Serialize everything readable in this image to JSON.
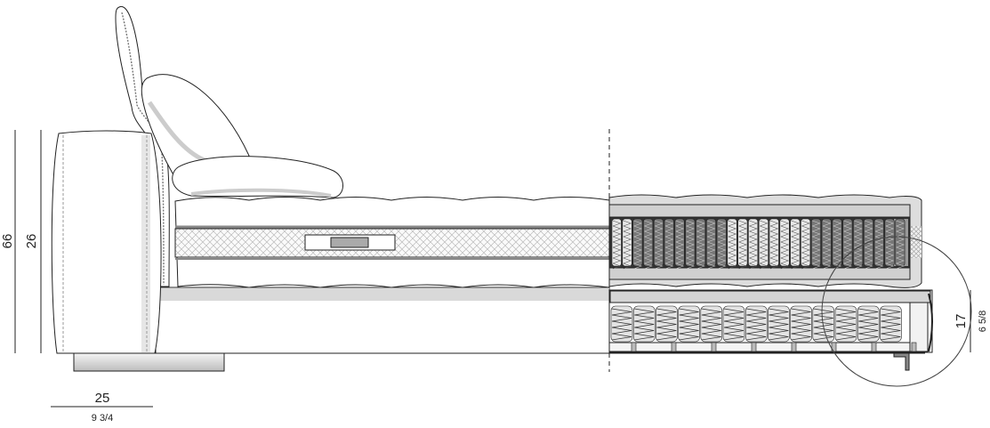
{
  "dimensions": {
    "total_height_cm": "66",
    "headboard_height_cm": "26",
    "headboard_depth_cm": "25",
    "headboard_depth_in": "9 3/4",
    "base_height_cm": "17",
    "base_height_in": "6 5/8"
  },
  "colors": {
    "line": "#1a1a1a",
    "light_fill": "#d6d6d6",
    "spring_dark": "#6f6f6f",
    "spring_light": "#e6e6e6"
  }
}
